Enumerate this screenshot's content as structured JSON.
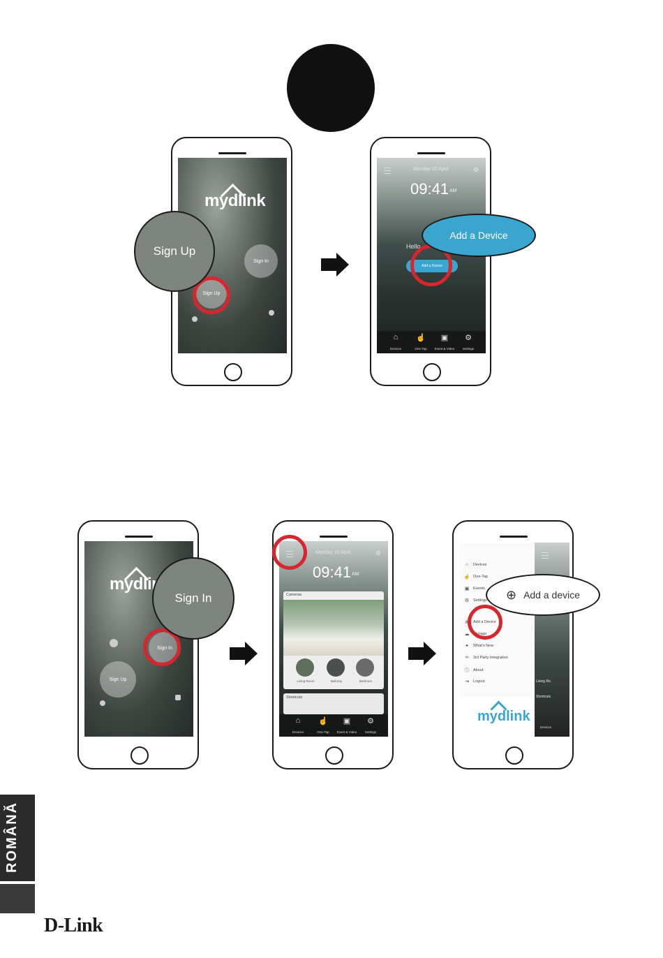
{
  "language_tab": "ROMÂNĂ",
  "brand": "D-Link",
  "logo": "mydlink",
  "phone1": {
    "bubble": "Sign Up",
    "sign_in": "Sign In",
    "sign_up": "Sign Up"
  },
  "phone2": {
    "date": "Monday 10 April",
    "time": "09:41",
    "ampm": "AM",
    "hello": "Hello",
    "callout": "Add a Device",
    "small_button": "Add a Device",
    "tabs": [
      "Devices",
      "One-Tap",
      "Event & Video",
      "Settings"
    ]
  },
  "phone3": {
    "bubble": "Sign In",
    "sign_in": "Sign In",
    "sign_up": "Sign Up"
  },
  "phone4": {
    "date": "Monday 10 April",
    "time": "09:41",
    "ampm": "AM",
    "cameras_label": "Cameras",
    "rooms": [
      "Living Room",
      "Balcony",
      "Bedroom"
    ],
    "shortcuts_label": "Shortcuts",
    "tabs": [
      "Devices",
      "One-Tap",
      "Event & Video",
      "Settings"
    ]
  },
  "phone5": {
    "menu_items": [
      "Devices",
      "One-Tap",
      "Events",
      "Settings",
      "Add a Device",
      "Storage",
      "What's New",
      "3rd Party Integration",
      "About",
      "Logout"
    ],
    "callout": "Add a device",
    "living_partial": "Living Ro",
    "shortcuts_partial": "Shortcuts",
    "devices_tab": "Devices"
  },
  "icons": [
    "menu-icon",
    "settings-icon",
    "plus-circle-icon",
    "arrow-right-icon"
  ]
}
